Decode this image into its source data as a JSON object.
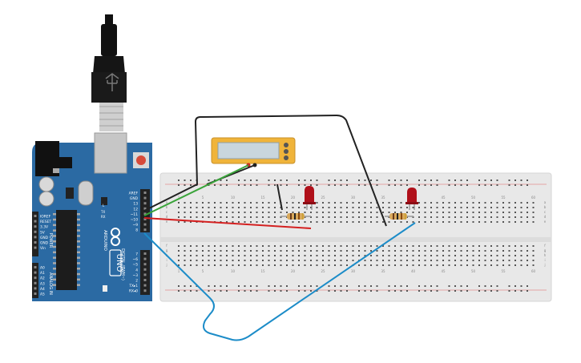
{
  "arduino": {
    "brand": "ARDUINO",
    "model": "UNO",
    "pins_top": [
      "AREF",
      "GND",
      "13",
      "12",
      "~11",
      "~10",
      "~9",
      "8"
    ],
    "pins_bottom": [
      "7",
      "~6",
      "~5",
      "4",
      "~3",
      "2",
      "TX▸1",
      "RX◂0"
    ],
    "digital_label": "DIGITAL (PWM~)",
    "power_pins": [
      "IOREF",
      "RESET",
      "3.3V",
      "5V",
      "GND",
      "GND",
      "Vin"
    ],
    "power_label": "POWER",
    "analog_pins": [
      "A0",
      "A1",
      "A2",
      "A3",
      "A4",
      "A5"
    ],
    "analog_label": "ANALOG IN",
    "led_labels": [
      "L",
      "TX",
      "RX"
    ],
    "on_label": "ON",
    "colors": {
      "board": "#2b6aa3",
      "header": "#222222",
      "usb": "#111111"
    }
  },
  "breadboard": {
    "column_numbers": [
      "1",
      "5",
      "10",
      "15",
      "20",
      "25",
      "30",
      "35",
      "40",
      "45",
      "50",
      "55",
      "60"
    ],
    "row_letters_top": [
      "a",
      "b",
      "c",
      "d",
      "e"
    ],
    "row_letters_bottom": [
      "f",
      "g",
      "h",
      "i",
      "j"
    ],
    "color": "#e8e8e8"
  },
  "components": [
    {
      "name": "led-1",
      "color": "#b0101a"
    },
    {
      "name": "led-2",
      "color": "#b0101a"
    },
    {
      "name": "resistor-1",
      "color": "#d9a95c"
    },
    {
      "name": "resistor-2",
      "color": "#d9a95c"
    },
    {
      "name": "piezo-buzzer",
      "color": "#f0b43a"
    }
  ],
  "wires": [
    {
      "name": "black-wire-gnd",
      "color": "#222222"
    },
    {
      "name": "green-wire-pin13",
      "color": "#3aa43a"
    },
    {
      "name": "red-wire-pin12",
      "color": "#d42020"
    },
    {
      "name": "blue-wire-pin9",
      "color": "#1c8cc8"
    },
    {
      "name": "black-wire-buzzer",
      "color": "#222222"
    }
  ]
}
